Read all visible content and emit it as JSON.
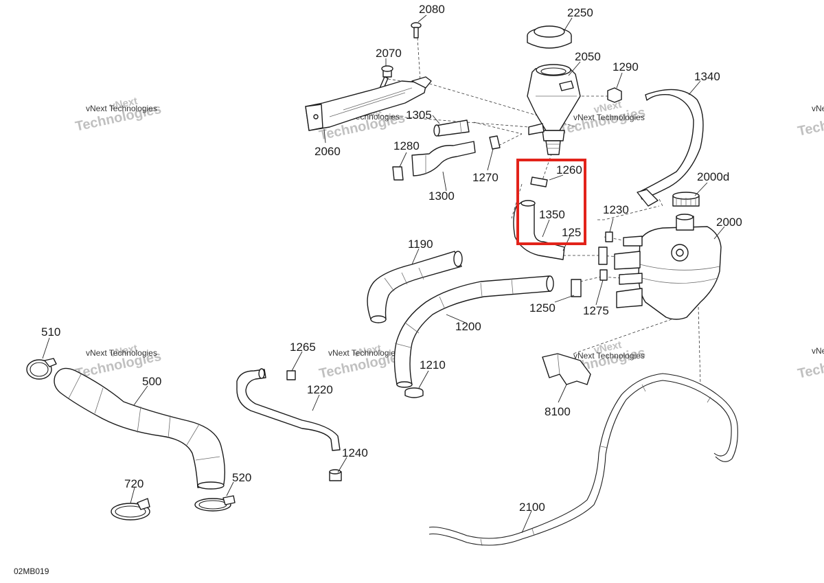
{
  "diagram": {
    "part_labels": {
      "p2080": "2080",
      "p2250": "2250",
      "p2070": "2070",
      "p2050": "2050",
      "p1290": "1290",
      "p1340": "1340",
      "p1305": "1305",
      "p2060": "2060",
      "p1280": "1280",
      "p1270": "1270",
      "p1260": "1260",
      "p1300": "1300",
      "p2000d": "2000d",
      "p1350": "1350",
      "p1230": "1230",
      "p2000": "2000",
      "p125": "125",
      "p1190": "1190",
      "p1250": "1250",
      "p1275": "1275",
      "p1200": "1200",
      "p510": "510",
      "p1265": "1265",
      "p1210": "1210",
      "p500": "500",
      "p1220": "1220",
      "p8100": "8100",
      "p1240": "1240",
      "p720": "720",
      "p520": "520",
      "p2100": "2100"
    },
    "drawing_code": "02MB019",
    "watermark": {
      "line1": "vNext Technologies",
      "line2": "vNext",
      "line3": "Technologies"
    },
    "highlight_color": "#e2231a",
    "line_color": "#1a1a1a"
  }
}
